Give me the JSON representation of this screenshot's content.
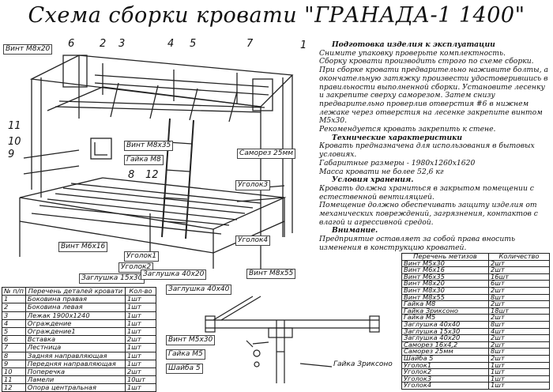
{
  "title": "Схема сборки кровати \"ГРАНАДА-1 1400\"",
  "callouts": {
    "c1": "Винт М8х20",
    "c2": "Винт М8х35",
    "c3": "Гайка М8",
    "c4": "Саморез 25мм",
    "c5": "Уголок3",
    "c6": "Уголок4",
    "c7": "Винт М6х16",
    "c8": "Уголок1",
    "c9": "Уголок2",
    "c10": "Заглушка 15х30",
    "c11": "Заглушка 40х20",
    "c12": "Винт М8х55",
    "c13": "Заглушка 40х40",
    "c14": "Винт М5х30",
    "c15": "Гайка М5",
    "c16": "Шайба 5",
    "c17": "Гайка Зриксоно"
  },
  "part_numbers": [
    "1",
    "2",
    "3",
    "4",
    "5",
    "6",
    "7",
    "8",
    "9",
    "10",
    "11",
    "12"
  ],
  "info": {
    "prep_title": "Подготовка изделия к эксплуатации",
    "prep": [
      "Снимите упаковку проверьте комплектность.",
      "Сборку кровати производить строго по схеме сборки. При сборке кровати предварительно наживите болты, а окончательную затяжку произвести удостоверившись в правильности выполненной сборки. Установите лесенку и закрепите сверху саморезом. Затем снизу предварительно проверлив отверстия #6 в нижнем лежаке через отверстия на лесенке закрепите винтом М5х30.",
      "Рекомендуется кровать закрепить к стене."
    ],
    "tech_title": "Технические характеристики",
    "tech": [
      "Кровать предназначена для использования в бытовых условиях.",
      "Габаритные размеры - 1980х1260х1620",
      "Масса кровати не более 52,6 кг"
    ],
    "storage_title": "Условия хранения.",
    "storage": [
      "Кровать должна храниться в закрытом помещении с естественной вентиляцией.",
      "Помещение должно обеспечивать защиту изделия от механических повреждений, загрязнения, контактов с влагой и агрессивной средой."
    ],
    "note_title": "Внимание.",
    "note": [
      "Предприятие оставляет за собой права вносить изменения в конструкцию кроватей."
    ]
  },
  "parts_table": {
    "headers": [
      "№ п/п",
      "Перечень деталей кровати",
      "Кол-во"
    ],
    "rows": [
      [
        "1",
        "Боковина правая",
        "1шт"
      ],
      [
        "2",
        "Боковина левая",
        "1шт"
      ],
      [
        "3",
        "Лежак 1900х1240",
        "1шт"
      ],
      [
        "4",
        "Ограждение",
        "1шт"
      ],
      [
        "5",
        "Ограждение1",
        "1шт"
      ],
      [
        "6",
        "Вставка",
        "2шт"
      ],
      [
        "7",
        "Лестница",
        "1шт"
      ],
      [
        "8",
        "Задняя направляющая",
        "1шт"
      ],
      [
        "9",
        "Передняя направляющая",
        "1шт"
      ],
      [
        "10",
        "Поперечка",
        "2шт"
      ],
      [
        "11",
        "Ламели",
        "10шт"
      ],
      [
        "12",
        "Опора центральная",
        "1шт"
      ]
    ]
  },
  "hardware_table": {
    "headers": [
      "Перечень метизов",
      "Количество"
    ],
    "rows": [
      [
        "Винт М5х30",
        "2шт"
      ],
      [
        "Винт М6х16",
        "2шт"
      ],
      [
        "Винт М6х35",
        "16шт"
      ],
      [
        "Винт М8х20",
        "6шт"
      ],
      [
        "Винт М8х30",
        "2шт"
      ],
      [
        "Винт М8х55",
        "8шт"
      ],
      [
        "Гайка М8",
        "2шт"
      ],
      [
        "Гайка Зриксоно",
        "18шт"
      ],
      [
        "Гайка М5",
        "2шт"
      ],
      [
        "Заглушка 40х40",
        "8шт"
      ],
      [
        "Заглушка 15х30",
        "4шт"
      ],
      [
        "Заглушка 40х20",
        "2шт"
      ],
      [
        "Саморез 16х4,2",
        "2шт"
      ],
      [
        "Саморез 25мм",
        "8шт"
      ],
      [
        "Шайба 5",
        "2шт"
      ],
      [
        "Уголок1",
        "1шт"
      ],
      [
        "Уголок2",
        "1шт"
      ],
      [
        "Уголок3",
        "1шт"
      ],
      [
        "Уголок4",
        "1шт"
      ]
    ]
  }
}
